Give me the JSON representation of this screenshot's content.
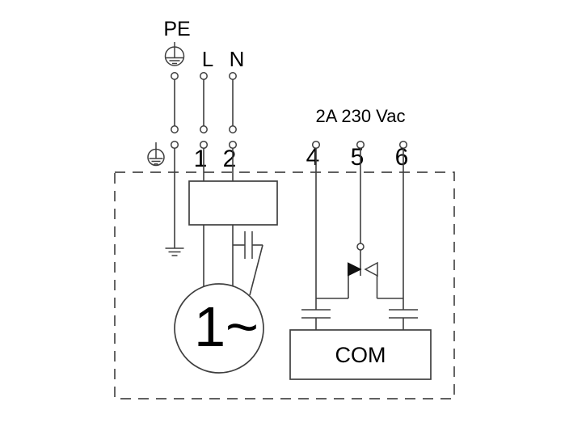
{
  "diagram": {
    "labels": {
      "pe": "PE",
      "line": "L",
      "neutral": "N",
      "rating": "2A 230 Vac",
      "motor": "1~",
      "com": "COM"
    },
    "terminals": {
      "left": [
        "1",
        "2"
      ],
      "right": [
        "4",
        "5",
        "6"
      ]
    },
    "colors": {
      "background": "#ffffff",
      "wire": "#3f3f3f",
      "text": "#000000",
      "filled_triangle": "#111111"
    },
    "symbols": [
      "protective-earth-circled-icon",
      "connector-pin-icon",
      "earth-ground-icon",
      "run-capacitor-icon",
      "single-phase-motor-icon",
      "diac-icon",
      "capacitor-icon",
      "com-block",
      "enclosure-dashed-outline"
    ]
  }
}
